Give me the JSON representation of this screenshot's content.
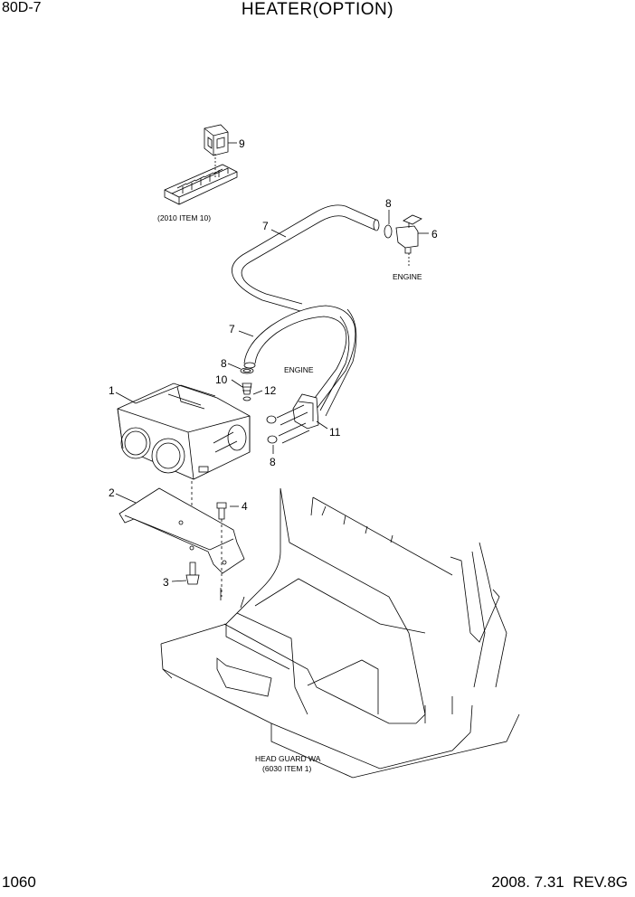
{
  "header": {
    "model": "80D-7",
    "title": "HEATER(OPTION)"
  },
  "footer": {
    "page_number": "1060",
    "revision": "2008. 7.31  REV.8G"
  },
  "notes": {
    "switch_ref": "(2010 ITEM 10)",
    "engine_upper": "ENGINE",
    "engine_lower": "ENGINE",
    "head_guard_line1": "HEAD GUARD WA",
    "head_guard_line2": "(6030 ITEM 1)"
  },
  "callouts": {
    "c1": "1",
    "c2": "2",
    "c3": "3",
    "c4": "4",
    "c6": "6",
    "c7a": "7",
    "c7b": "7",
    "c8a": "8",
    "c8b": "8",
    "c8c": "8",
    "c9": "9",
    "c10": "10",
    "c11": "11",
    "c12": "12"
  }
}
